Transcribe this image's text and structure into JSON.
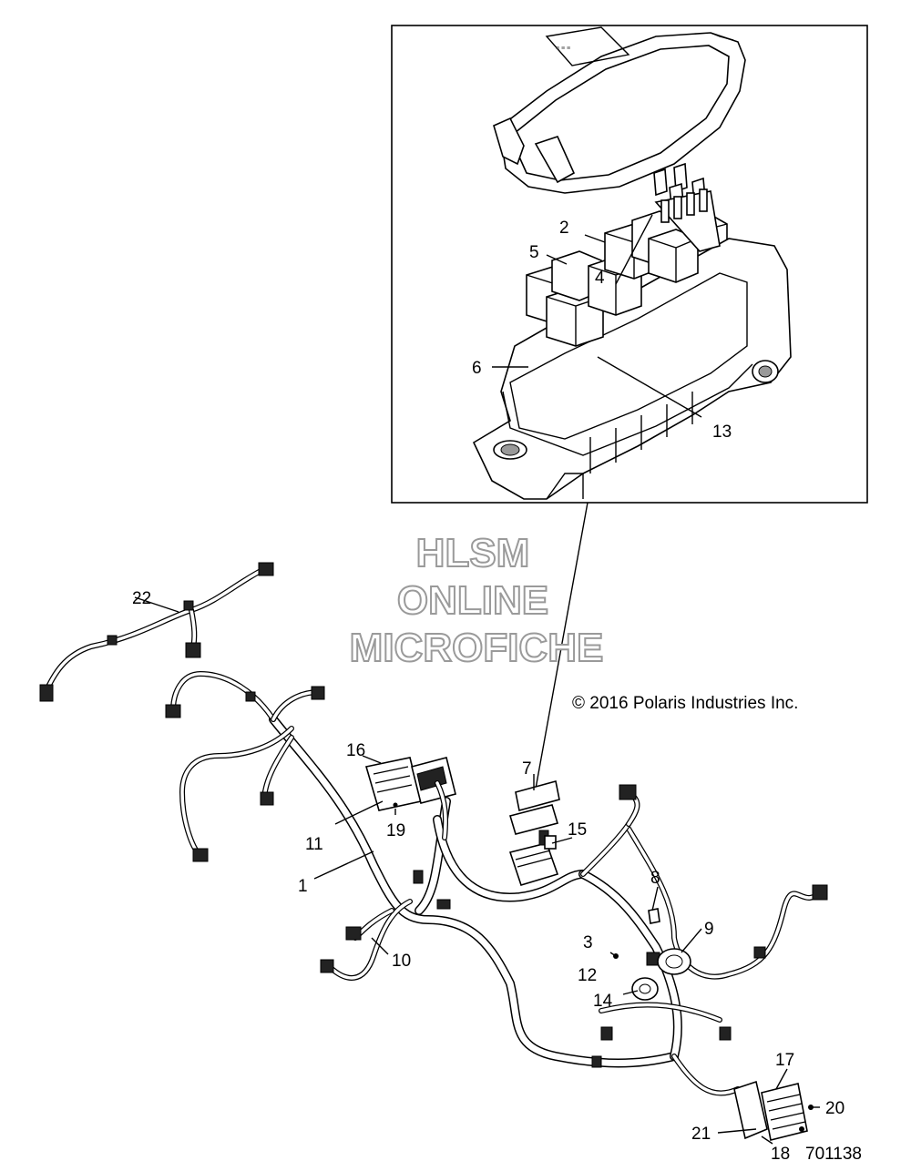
{
  "watermark": {
    "line1": "HLSM",
    "line2": "ONLINE",
    "line3": "MICROFICHE"
  },
  "copyright": "© 2016 Polaris Industries Inc.",
  "diagram_number": "701138",
  "callouts": {
    "c1": "1",
    "c2": "2",
    "c3": "3",
    "c4": "4",
    "c5": "5",
    "c6": "6",
    "c7": "7",
    "c8": "8",
    "c9": "9",
    "c10": "10",
    "c11": "11",
    "c12": "12",
    "c13": "13",
    "c14": "14",
    "c15": "15",
    "c16": "16",
    "c17": "17",
    "c18": "18",
    "c19": "19",
    "c20": "20",
    "c21": "21",
    "c22": "22"
  }
}
